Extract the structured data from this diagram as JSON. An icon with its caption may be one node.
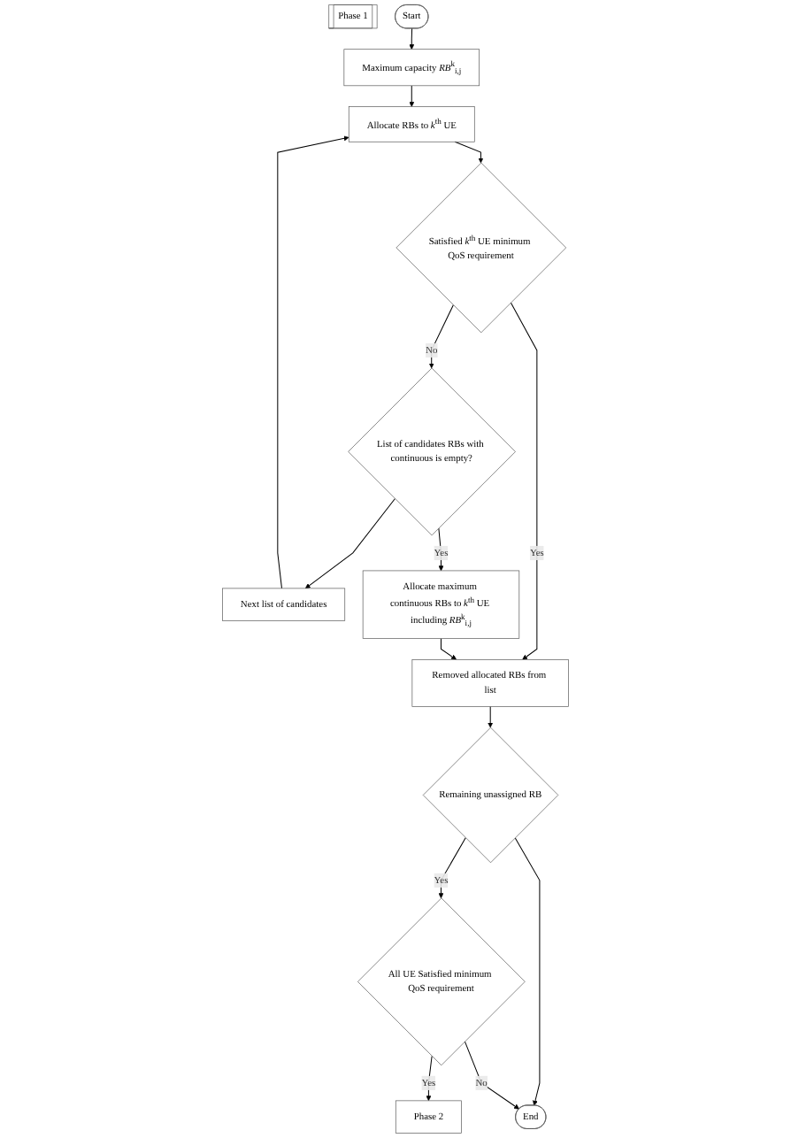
{
  "diagram": {
    "nodes": [
      {
        "text": [
          "Phase 1"
        ]
      },
      {
        "text": [
          "Start"
        ]
      },
      {
        "text": [
          "Maximum capacity *RB*$^{k}$$_{i,j}$"
        ]
      },
      {
        "text": [
          "Next list of candidates"
        ]
      },
      {
        "text": [
          "Allocate RBs to *k*$^{th}$ UE"
        ]
      },
      {
        "text": [
          "Satisfied *k*$^{th}$ UE minimum QoS requirement"
        ]
      },
      {
        "text": [
          "List of candidates RBs with continuous is empty?"
        ]
      },
      {
        "text": [
          "Allocate maximum continuous RBs to *k*$^{th}$ UE including *RB*$^{k}$$_{i,j}$"
        ]
      },
      {
        "text": [
          "Removed allocated RBs from list"
        ]
      },
      {
        "text": [
          "Remaining unassigned RB"
        ]
      },
      {
        "text": [
          "All UE Satisfied minimum QoS requirement"
        ]
      },
      {
        "text": [
          "Phase 2"
        ]
      },
      {
        "text": [
          "End"
        ]
      }
    ],
    "edges": [
      {
        "from": 1,
        "to": 2,
        "arrow": "to"
      },
      {
        "from": 2,
        "to": 4,
        "arrow": "to"
      },
      {
        "from": 3,
        "to": 4,
        "arrow": "to"
      },
      {
        "from": 4,
        "to": 5,
        "arrow": "to"
      },
      {
        "from": 5,
        "to": 6,
        "arrow": "to",
        "label": "No"
      },
      {
        "from": 6,
        "to": 3,
        "arrow": "to"
      },
      {
        "from": 6,
        "to": 7,
        "arrow": "to",
        "label": "Yes"
      },
      {
        "from": 5,
        "to": 8,
        "arrow": "to",
        "label": "Yes"
      },
      {
        "from": 7,
        "to": 8,
        "arrow": "to"
      },
      {
        "from": 8,
        "to": 9,
        "arrow": "to"
      },
      {
        "from": 9,
        "to": 10,
        "arrow": "to",
        "label": "Yes"
      },
      {
        "from": 9,
        "to": 12,
        "arrow": "to"
      },
      {
        "from": 10,
        "to": 11,
        "arrow": "to",
        "label": "Yes"
      },
      {
        "from": 10,
        "to": 12,
        "arrow": "to",
        "label": "No"
      }
    ]
  }
}
